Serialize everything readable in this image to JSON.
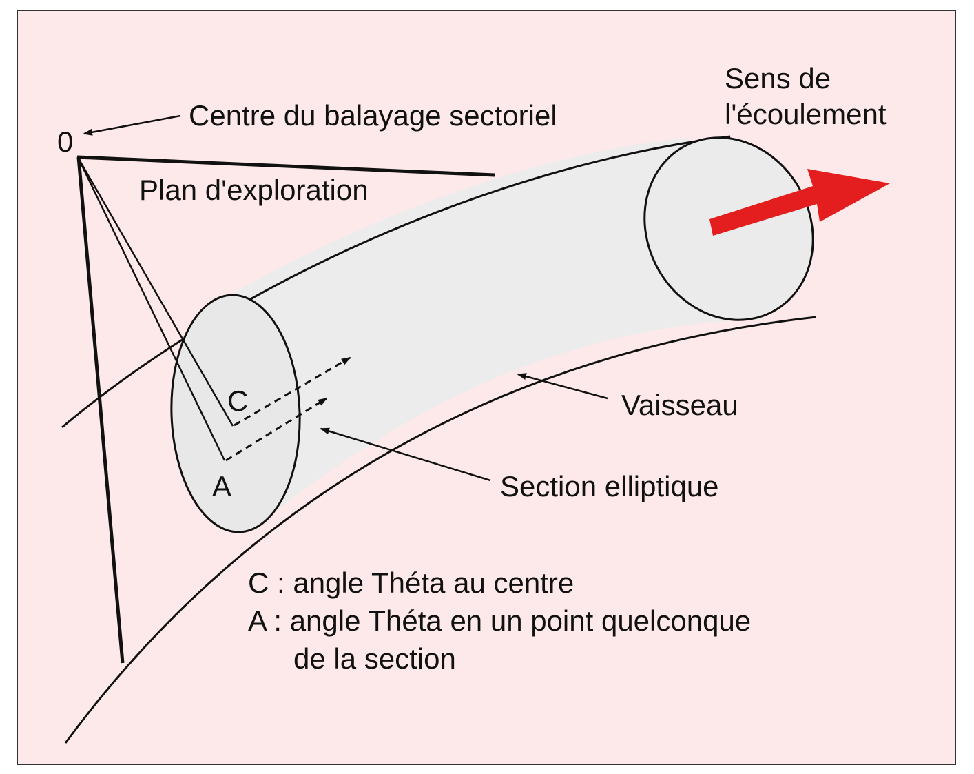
{
  "labels": {
    "origin": "0",
    "centre": "Centre du balayage sectoriel",
    "plan": "Plan d'exploration",
    "sens_line1": "Sens de",
    "sens_line2": "l'écoulement",
    "vaisseau": "Vaisseau",
    "section": "Section elliptique",
    "point_c": "C",
    "point_a": "A"
  },
  "legend": {
    "line1": "C : angle Théta au centre",
    "line2": "A : angle Théta en un point quelconque",
    "line3": "de la section"
  },
  "colors": {
    "background": "#fde9ea",
    "vessel_fill": "#ededed",
    "flow_arrow": "#e41e1e",
    "stroke": "#111111"
  }
}
